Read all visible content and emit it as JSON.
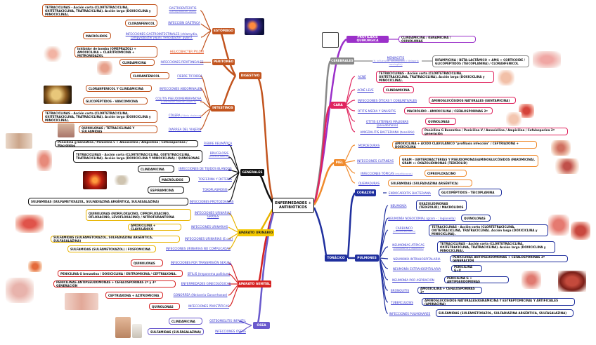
{
  "root_label": "ENFERMEDADES + ANTIBIÓTICOS",
  "left": {
    "digestivo": "DIGESTIVO",
    "estomago": "ESTÓMAGO",
    "peritoneo": "PERITONEO",
    "intestinos": "INTESTINOS",
    "generales": "GENERALES",
    "urinario": "APARATO URINARIO",
    "genital": "APARATO GENITAL",
    "osea": "ÓSEA",
    "e1_box": "TETRACICLINAS - Acción corta (CLORTETRACICLINA, OXITETRACICLINA, TRATRACICLINA). Acción larga (DOXICICLINA y MINOCICLINA).",
    "e1_link": "GASTROENTERITIS",
    "e1_sub": "(Campylobacter jejuni)",
    "e2_box": "CLORANFENICOL",
    "e2_link": "INFECCIÓN GÁSTRICA",
    "e3_box": "MACRÓLIDOS",
    "e3_link": "INFECCIONES GASTROINTESTINALES (chlamydia, campylobacter jejuni, helicobacter pylori).",
    "e4_box": "Inhibidor de bomba (OMEPRAZOL) + AMOXICILINA + CLARITROMICINA + METRONIDAZOL",
    "e4_link": "HELICOBACTER PYLORI",
    "p1_box": "CLINDAMICINA",
    "p1_link": "INFECCIONES PERITONEALES",
    "i1_box": "CLORANFENICOL",
    "i1_link": "FIEBRE TIFOIDEA",
    "i2_box": "CLORANFENICOL Y CLINDAMICINA",
    "i2_link": "INFECCIONES ABDOMINALES",
    "i3_box": "GLICOPÉPTIDOS - VANCOMICINA",
    "i3_link": "COLITIS PSEUDOMEMBRANOSA",
    "i3_sub": "(Clostridium difficile GRAM +)",
    "i4_box": "TETRACICLINAS - Acción corta (CLORTETRACICLINA, OXITETRACICLINA, TRATRACICLINA). Acción larga (DOXICICLINA y MINOCICLINA).",
    "i4_link": "CÓLERA",
    "i4_sub": "(Vibrio cholerae)",
    "i5_box": "QUINOLONAS / TETRACICLINAS Y SULFAMIDAS",
    "i5_link": "DIARREA DEL VIAJERO",
    "g1_box": "Penicilina g benzatina / Penicilina v + Amoxicilina / Ampicilina / Cefalosporinas / Macrólidos",
    "g1_link": "FIEBRE REUMÁTICA",
    "g2_box": "TETRACICLINAS - Acción corta (CLORTETRACICLINA, OXITETRACICLINA, TRATRACICLINA). Acción larga (DOXICICLINA Y MINOCICLINA) / QUINOLONAS",
    "g2_link": "BRUCELOSIS",
    "g2_sub": "(Brucella abortus)",
    "g3_box": "CLINDAMICINA",
    "g3_link": "INFECCIONES DE TEJIDOS BLANDOS",
    "g4_box": "MACRÓLIDOS",
    "g4_link": "TOSFERINA Y DIFTERIA",
    "g5_box": "ESPIRAMICINA",
    "g5_link": "TOXOPLASMOSIS",
    "g6_box": "SULFAMIDAS (SULFAMETOXAZOL, SULFADIAZINA ARGÉNTICA, SULFASALAZINA)",
    "g6_link": "INFECCIONES PROTOZOARIAS",
    "u1_box": "QUINOLONAS (NORFLOXACINO, CIPROFLOXACINO, OFLOXACINO, LEVOFLOXACINO) / NITROFURANTOÍNA",
    "u1_link": "INFECCIONES URINARIAS GRAVES",
    "u2_box": "AMOXICILINA + CLAVULÁNICO",
    "u2_link": "INFECCIONES URINARIAS",
    "u3_box": "SULFAMIDAS (SULFAMETOXAZOL, SULFADIAZINA ARGÉNTICA, SULFASALAZINA)",
    "u3_link": "INFECCIONES URINARIAS (E.coli)",
    "u4_box": "SULFAMIDAS (SULFAMETOXAZOL) / FOSFOMICINA",
    "u4_link": "INFECCIONES URINARIAS NO COMPLICADAS",
    "n1_box": "QUINOLONAS",
    "n1_link": "INFECCIONES POR TRANSMISIÓN SEXUAL",
    "n2_box": "PENICILINA G benzatina / DOXICICLINA / ERITROMICINA / CEFTRIAXONA.",
    "n2_link": "SÍFILIS (treponema pallidum)",
    "n3_box": "PENICILINAS ANTIPSEUDOMONAS + CEFALOSPORINAS 2ª y 3ª GENERACIÓN",
    "n3_link": "ENFERMEDADES GINECOLÓGICAS",
    "n4_box": "CEFTRIAXONA + AZITROMICINA",
    "n4_link": "GONORREA (Neisseria Gonorrhoeae)",
    "n5_box": "QUINOLONAS",
    "n5_link": "INFECCIONES PROSTÁTICAS",
    "o1_box": "CLINDAMICINA",
    "o1_link": "OSTEOMIELITIS INFANTIL",
    "o2_box": "SULFAMIDAS (SULFASALAZINA)",
    "o2_link": "INFECCIONES ÓSEAS"
  },
  "right": {
    "profilaxis": "PROFILAXIS QUIRÚRGICA",
    "prof_box": "CLINDAMICINA / KENAMICINA / QUINOLONAS",
    "cerebrales": "CEREBRALES",
    "c1_link": "MENINGITIS",
    "c1_sub": "(H. influenzae, Neumococo y Neisseria meningitis)",
    "c1_box": "RIFAMPICINA / BETA-LACTÁMICO + AMG + CORTICOIDE / GLICOPÉPTIDOS (TEICOPLANINA) / CLORANFENICOL",
    "cara": "CARA",
    "f1_link": "ACNÉ",
    "f1_box": "TETRACICLINAS - Acción corta (CLORTETRACICLINA, OXITETRACICLINA, TRATRACICLINA). Acción larga (DOXICICLINA y MINOCICLINA).",
    "f2_link": "ACNÉ LEVE",
    "f2_box": "CLINDAMICINA",
    "f3_link": "INFECCIONES ÓTICAS Y CONJUNTIVALES",
    "f3_box": "AMINOGLUCÓSIDOS NATURALES (GENTAMICINA)",
    "f4_link": "OTITIS MEDIA Y SINUSITIS",
    "f4_box": "MACRÓLIDO - AMOXICILINA / CEFALOSPORINAS 2ª",
    "f5_link": "OTITIS EXTERNAS MALIGNAS (pseudomona)",
    "f5_box": "QUINOLONAS",
    "f6_link": "AMIGDALITIS BACTERIANA (tonsilitis)",
    "f6_box": "Penicilina G Benzatina / Penicilina V / Amoxicilina / Ampicilina / Cefalosporina 2ª generación",
    "piel": "PIEL",
    "s1_link": "MORDEDURAS",
    "s1_box": "AMOXICILINA + ÁCIDO CLAVULÁNICO \"profilaxis infección\" / CEFTRIAXONA + DOXICICLINA",
    "s2_link": "INFECCIONES CUTÁNEAS",
    "s2_box": "GRAM - (ENTEROBACTERIAS Y PSEUDOMONAS)AMINOGLUCÓSIDOS (PAROMICINA). GRAM +: OXAZOLIDINONAS (TEDIZOLID)",
    "s3_link": "INFECCIONES TÓPICAS",
    "s3_sub": "(estafilococos)",
    "s3_box": "CIPROFLOXACINO",
    "s4_link": "QUEMADURAS",
    "s4_box": "SULFAMIDAS (SULFADIAZINA ARGÉNTICA)",
    "toracico": "TORÁCICO",
    "corazon": "CORAZÓN",
    "h1_link": "ENDOCARDITIS BACTERIANA",
    "h1_box": "GLICOPÉPTIDOS - TEICOPLANINA",
    "pulmones": "PULMONES",
    "l1_link": "NEUMONÍA",
    "l1_box": "OXAZOLIDINONAS (TEDIZOLID) / MACRÓLIDOS",
    "l2_link": "NEUMONÍA NOSOCOMIAL (gram - ; legionella)",
    "l2_box": "QUINOLONAS",
    "l3_link": "CARBUNCO",
    "l3_sub": "(bacillus anthracis)",
    "l3_box": "TETRACICLINAS - Acción corta (CLORTETRACICLINA, OXITETRACICLINA, TRATRACICLINA). Acción larga (DOXICICLINA y MINOCICLINA).",
    "l4_link": "NEUMONÍAS ATÍPICAS",
    "l4_sub": "(Micoplasma y legionella)",
    "l4_box": "TETRACICLINAS - Acción corta (CLORTETRACICLINA, OXITETRACICLINA, TRATRACICLINA). Acción larga (DOXICICLINA y MINOCICLINA).",
    "l5_link": "NEUMONÍA INTRAHOSPITALARIA",
    "l5_box": "PENICILINAS ANTIPSEUDOMONAS + CEFALOSPORINAS 3ª GENERACIÓN",
    "l6_link": "NEUMONÍA EXTRAHOSPITALARIA",
    "l6_box": "PENICILINA G+V",
    "l7_link": "NEUMONÍA POR ASPIRACIÓN",
    "l7_box": "PENICILINA G + ANTIPSEUDOMONAS",
    "l8_link": "BRONQUITIS",
    "l8_box": "AMOXICILINA + CEFALOSPORINAS 2ª",
    "l9_link": "TUBERCULOSIS",
    "l9_box": "AMINOGLUCÓSIDOS NATURALES(KENAMICINA Y ESTREPTOMICINA) Y ARTIFICIALES (AMIKACINA)",
    "l10_link": "INFECCIONES PULMONARES",
    "l10_box": "SULFAMIDAS (SULFAMETOXAZOL, SULFADIAZINA ARGÉNTICA, SULFASALAZINA)"
  },
  "colors": {
    "digestivo": "#c2541e",
    "generales": "#111111",
    "urinario": "#e8b400",
    "genital": "#d62222",
    "osea": "#6a5acd",
    "profilaxis": "#9b30c9",
    "cerebrales": "#888888",
    "cara": "#e0245e",
    "piel": "#f08a2c",
    "toracico": "#1f2f9e"
  },
  "icons": [
    "stomach-image",
    "bacteria-image",
    "lungs-image",
    "skin-image",
    "ear-image",
    "heart-image"
  ]
}
